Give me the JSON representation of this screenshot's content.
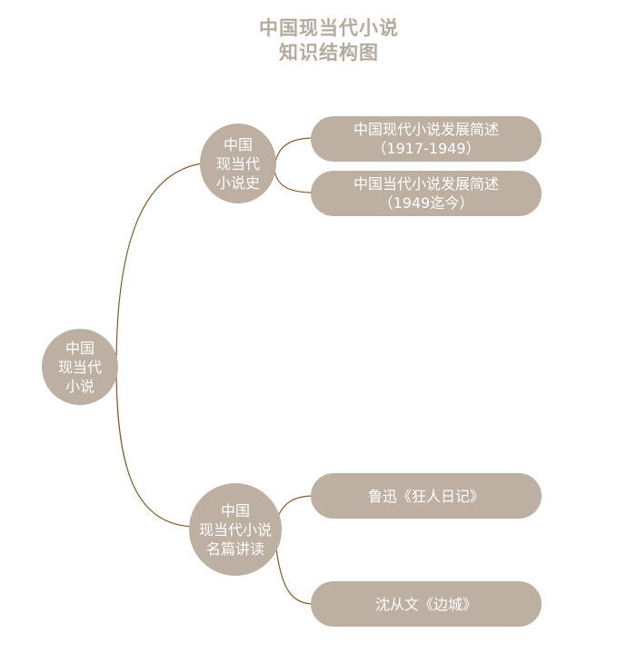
{
  "title": {
    "line1": "中国现当代小说",
    "line2": "知识结构图"
  },
  "root": {
    "line1": "中国",
    "line2": "现当代",
    "line3": "小说"
  },
  "branches": [
    {
      "line1": "中国",
      "line2": "现当代",
      "line3": "小说史",
      "leaves": [
        {
          "line1": "中国现代小说发展简述",
          "line2": "（1917-1949）"
        },
        {
          "line1": "中国当代小说发展简述",
          "line2": "（1949迄今）"
        }
      ]
    },
    {
      "line1": "中国",
      "line2": "现当代小说",
      "line3": "名篇讲读",
      "leaves": [
        {
          "line1": "鲁迅《狂人日记》"
        },
        {
          "line1": "沈从文《边城》"
        }
      ]
    }
  ],
  "colors": {
    "node": "#bdb0a2",
    "title": "#b5aa9e",
    "connector": "#8b5a2b",
    "text": "#ffffff"
  }
}
